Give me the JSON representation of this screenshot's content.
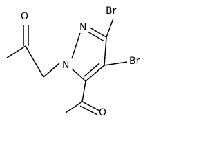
{
  "molecule": {
    "atoms": {
      "o_ketone_left": "O",
      "n1": "N",
      "n2": "N",
      "br_top": "Br",
      "br_right": "Br",
      "o_acetyl": "O"
    }
  }
}
